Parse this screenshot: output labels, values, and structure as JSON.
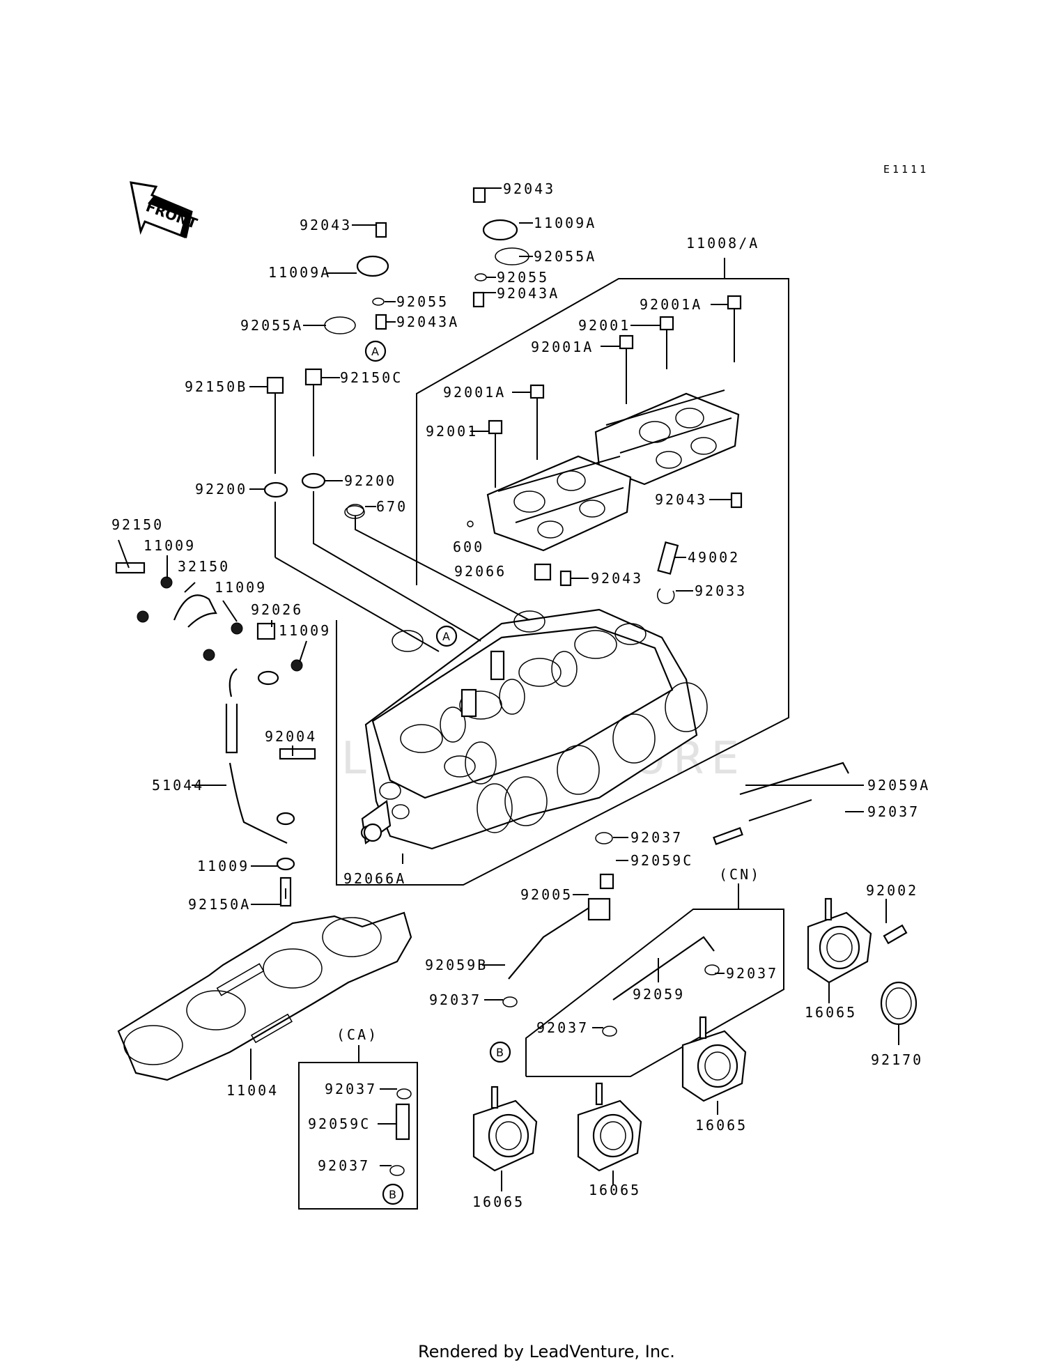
{
  "diagram": {
    "code": "E1111",
    "front_label": "FRONT",
    "footer": "Rendered by LeadVenture, Inc.",
    "watermark": "LEADVENTURE",
    "group_ca": "(CA)",
    "group_cn": "(CN)",
    "callouts": {
      "a1": "A",
      "a2": "A",
      "b1": "B",
      "b2": "B"
    },
    "labels": {
      "l92043_top": "92043",
      "l11009A_top": "11009A",
      "l92055A_top": "92055A",
      "l92055_top": "92055",
      "l92043A_top": "92043A",
      "l11008A": "11008/A",
      "l92043_left": "92043",
      "l11009A_left": "11009A",
      "l92055_left": "92055",
      "l92055A_left": "92055A",
      "l92043A_left": "92043A",
      "l92001A_1": "92001A",
      "l92001_1": "92001",
      "l92001A_2": "92001A",
      "l92001A_3": "92001A",
      "l92001_2": "92001",
      "l92150B": "92150B",
      "l92150C": "92150C",
      "l92200_1": "92200",
      "l92200_2": "92200",
      "l670": "670",
      "l92043_r": "92043",
      "l600": "600",
      "l92066": "92066",
      "l92043_m": "92043",
      "l49002": "49002",
      "l92033": "92033",
      "l92150": "92150",
      "l11009_1": "11009",
      "l32150": "32150",
      "l11009_2": "11009",
      "l92026": "92026",
      "l11009_3": "11009",
      "l92004": "92004",
      "l51044": "51044",
      "l11009_4": "11009",
      "l92150A": "92150A",
      "l92066A": "92066A",
      "l92059A": "92059A",
      "l92037_1": "92037",
      "l92037_2": "92037",
      "l92059C_1": "92059C",
      "l92005": "92005",
      "l92002": "92002",
      "l92059B": "92059B",
      "l92037_3": "92037",
      "l92059": "92059",
      "l92037_4": "92037",
      "l92037_5": "92037",
      "l16065_1": "16065",
      "l92170": "92170",
      "l11004": "11004",
      "l92037_ca1": "92037",
      "l92059C_ca": "92059C",
      "l92037_ca2": "92037",
      "l16065_2": "16065",
      "l16065_3": "16065",
      "l16065_4": "16065"
    }
  }
}
